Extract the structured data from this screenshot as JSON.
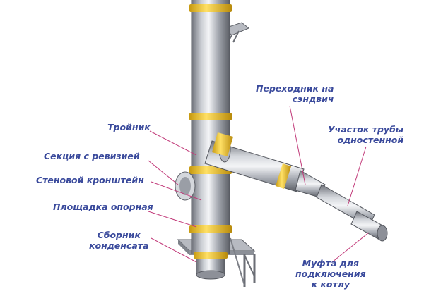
{
  "labels": {
    "adapter": [
      "Переходник на",
      "сэндвич"
    ],
    "single_wall": [
      "Участок трубы",
      "одностенной"
    ],
    "tee": [
      "Тройник"
    ],
    "inspection": [
      "Секция с ревизией"
    ],
    "bracket": [
      "Стеновой кронштейн"
    ],
    "platform": [
      "Площадка опорная"
    ],
    "condensate": [
      "Сборник",
      "конденсата"
    ],
    "coupling": [
      "Муфта для",
      "подключения",
      "к котлу"
    ]
  },
  "colors": {
    "label_text": "#3a4a9c",
    "leader_line": "#c23b7a",
    "pipe_steel": "#9a9ea6",
    "ring_yellow": "#f0c419"
  }
}
